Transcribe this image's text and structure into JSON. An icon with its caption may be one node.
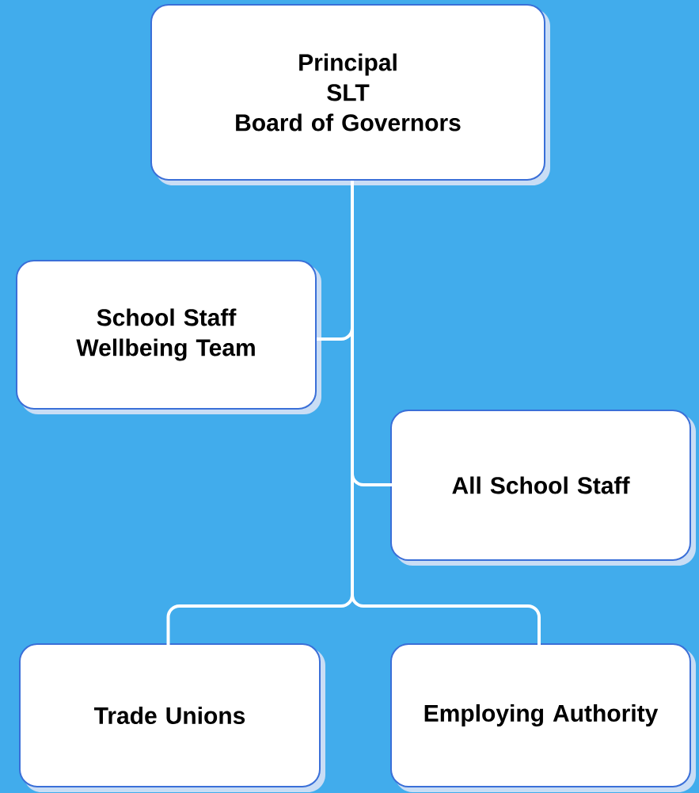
{
  "diagram": {
    "nodes": [
      {
        "text": [
          "Principal",
          "SLT",
          "Board of Governors"
        ]
      },
      {
        "text": [
          "School Staff Wellbeing Team"
        ]
      },
      {
        "text": [
          "All School Staff"
        ]
      },
      {
        "text": [
          "Trade Unions"
        ]
      },
      {
        "text": [
          "Employing Authority"
        ]
      }
    ],
    "edges": [
      {
        "from": 0,
        "to": 1,
        "arrow": "none"
      },
      {
        "from": 0,
        "to": 2,
        "arrow": "none"
      },
      {
        "from": 0,
        "to": 3,
        "arrow": "none"
      },
      {
        "from": 0,
        "to": 4,
        "arrow": "none"
      }
    ]
  }
}
